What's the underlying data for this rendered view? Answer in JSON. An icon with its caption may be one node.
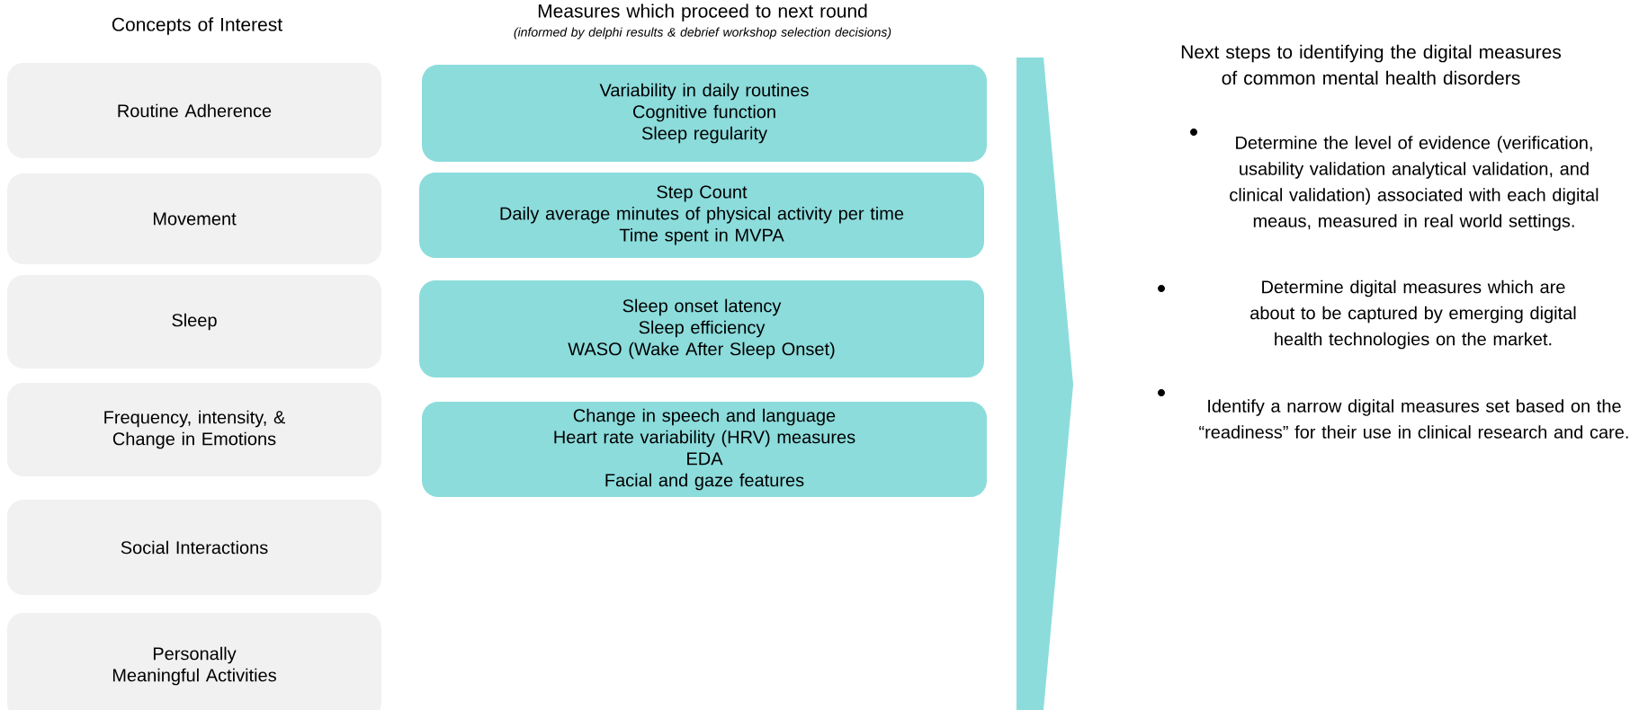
{
  "diagram": {
    "nodes": [
      {
        "text": [
          "Routine Adherence"
        ]
      },
      {
        "text": [
          "Movement"
        ]
      },
      {
        "text": [
          "Sleep"
        ]
      },
      {
        "text": [
          "Frequency, intensity, & Change in Emotions"
        ]
      },
      {
        "text": [
          "Social Interactions"
        ]
      },
      {
        "text": [
          "Personally Meaningful Activities"
        ]
      },
      {
        "text": [
          "Variability in daily routines",
          "Cognitive function",
          "Sleep regularity"
        ]
      },
      {
        "text": [
          "Step Count",
          "Daily average minutes of physical activity per time",
          "Time spent in MVPA"
        ]
      },
      {
        "text": [
          "Sleep onset latency",
          "Sleep efficiency",
          "WASO (Wake After Sleep Onset)"
        ]
      },
      {
        "text": [
          "Change in speech and language",
          "Heart rate variability (HRV) measures",
          "EDA",
          "Facial and gaze features"
        ]
      }
    ],
    "labels": [
      "Concepts of Interest",
      "Measures which proceed to next round",
      "(informed by delphi results & debrief workshop selection decisions)",
      "Next steps to identifying the digital measures of common mental health disorders",
      "Determine the level of evidence (verification, usability validation analytical validation, and clinical validation) associated with each digital meaus, measured in real world settings.",
      "Determine digital measures which are about to be captured by emerging digital health technologies on the market.",
      "Identify a narrow digital measures set based on the “readiness” for their use in clinical research and care."
    ]
  }
}
